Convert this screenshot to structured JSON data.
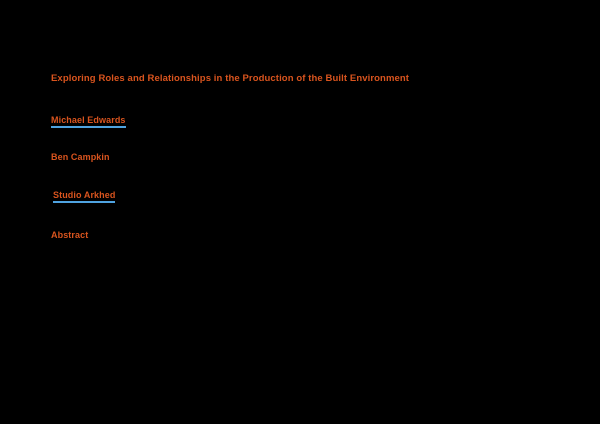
{
  "document": {
    "title": "Exploring Roles and Relationships in the Production of the Built Environment",
    "author": "Michael Edwards",
    "coauthor": "Ben Campkin",
    "affiliation": "Studio Arkhed",
    "section_heading": "Abstract"
  },
  "colors": {
    "background": "#000000",
    "text": "#d9541e",
    "link_underline": "#4fa3e0"
  }
}
